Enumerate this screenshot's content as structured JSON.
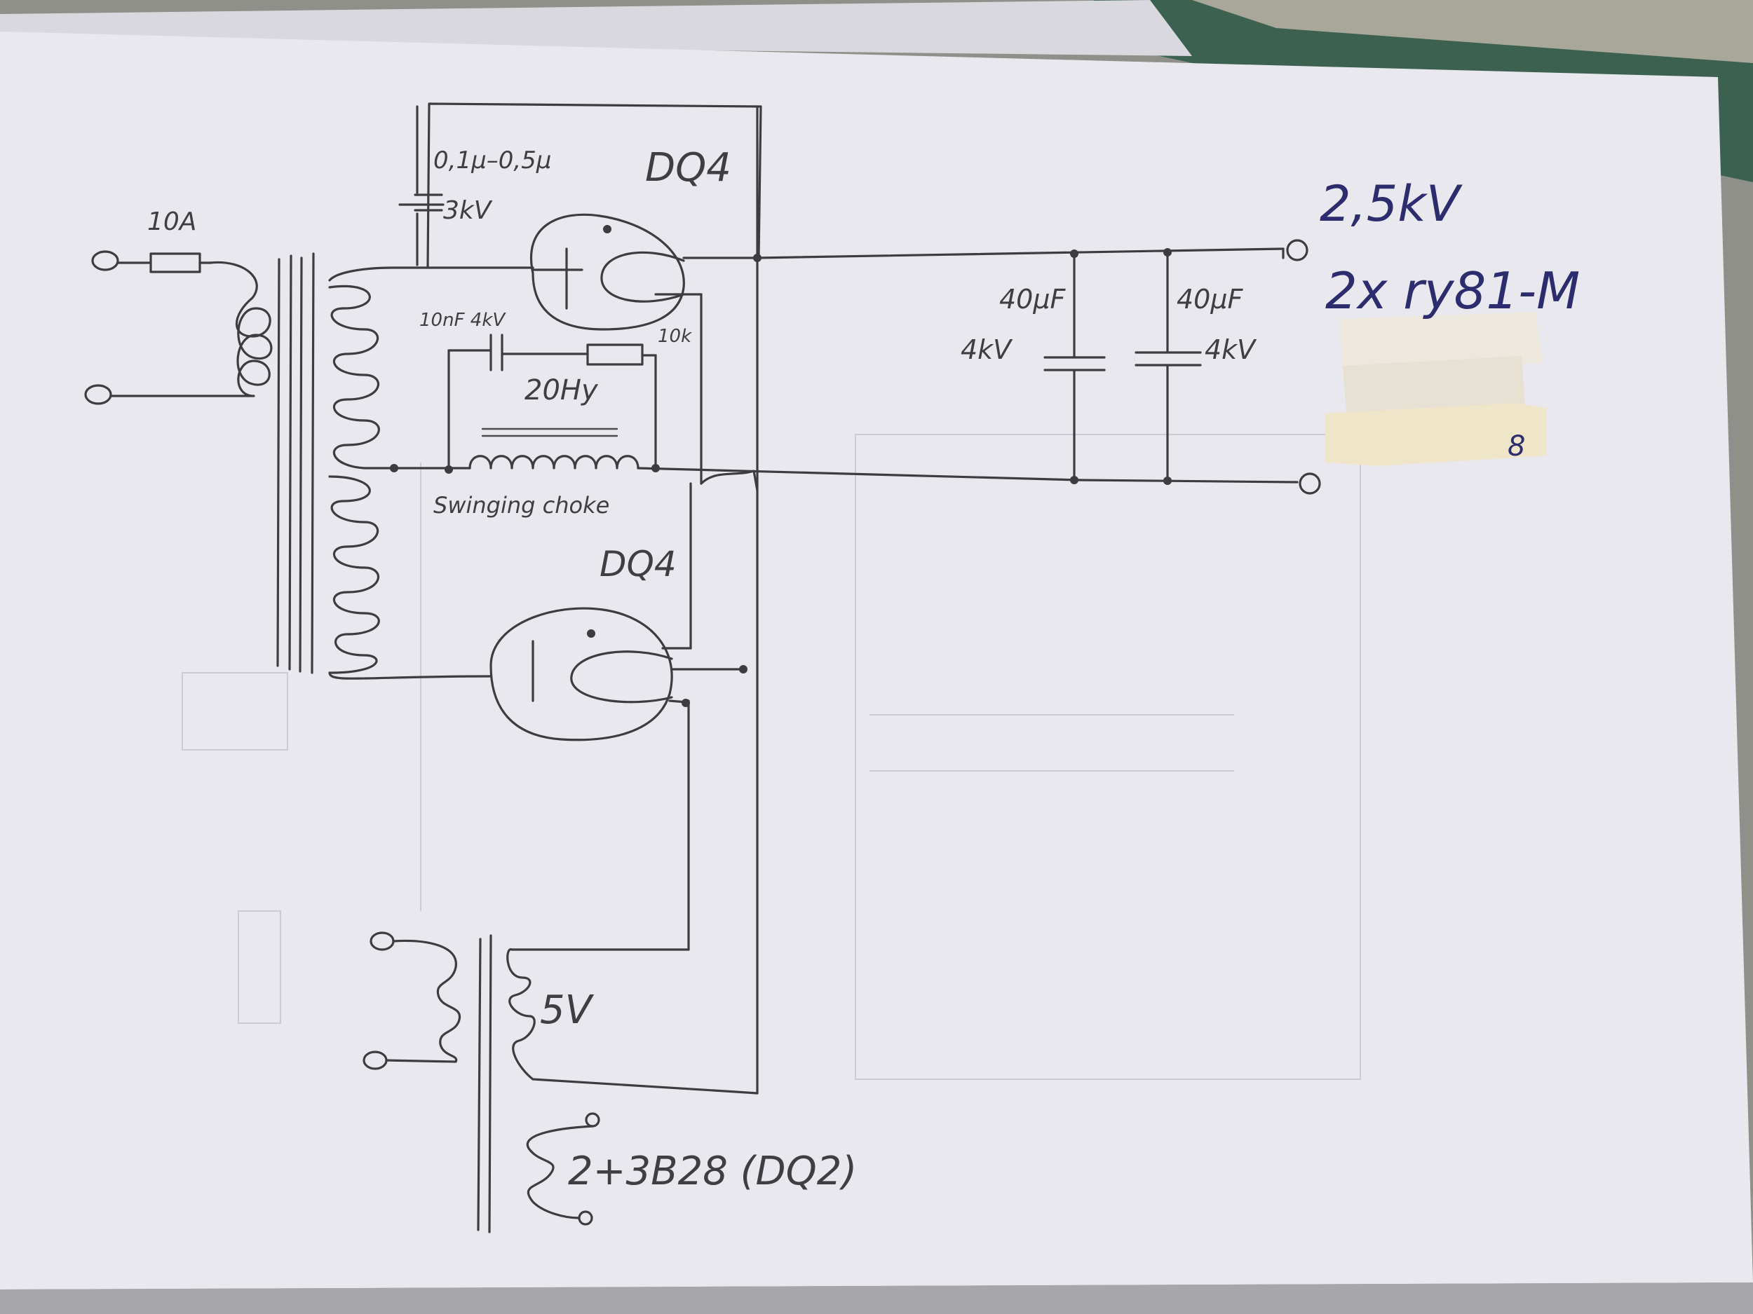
{
  "labels": {
    "fuse_rating": "10A",
    "capacitor_value": "0,1µ–0,5µ",
    "capacitor_voltage": "3kV",
    "tube_top": "DQ4",
    "tube_bottom": "DQ4",
    "snubber_cap": "10nF 4kV",
    "snubber_res": "10k",
    "choke_inductance": "20Hy",
    "choke_name": "Swinging choke",
    "cap1_value": "40µF",
    "cap1_voltage": "4kV",
    "cap2_value": "40µF",
    "cap2_voltage": "4kV",
    "output_voltage": "2,5kV",
    "output_note": "2x ry81-M",
    "tape_fragment": "8",
    "filament_voltage": "5V",
    "filament_note": "2+3B28 (DQ2)"
  },
  "colors": {
    "ink": "#3d3d3f",
    "blue_ink": "#2c2c6e",
    "paper": "#eae9ef",
    "tape": "#efe7d3",
    "green_mat": "#3c6150"
  }
}
